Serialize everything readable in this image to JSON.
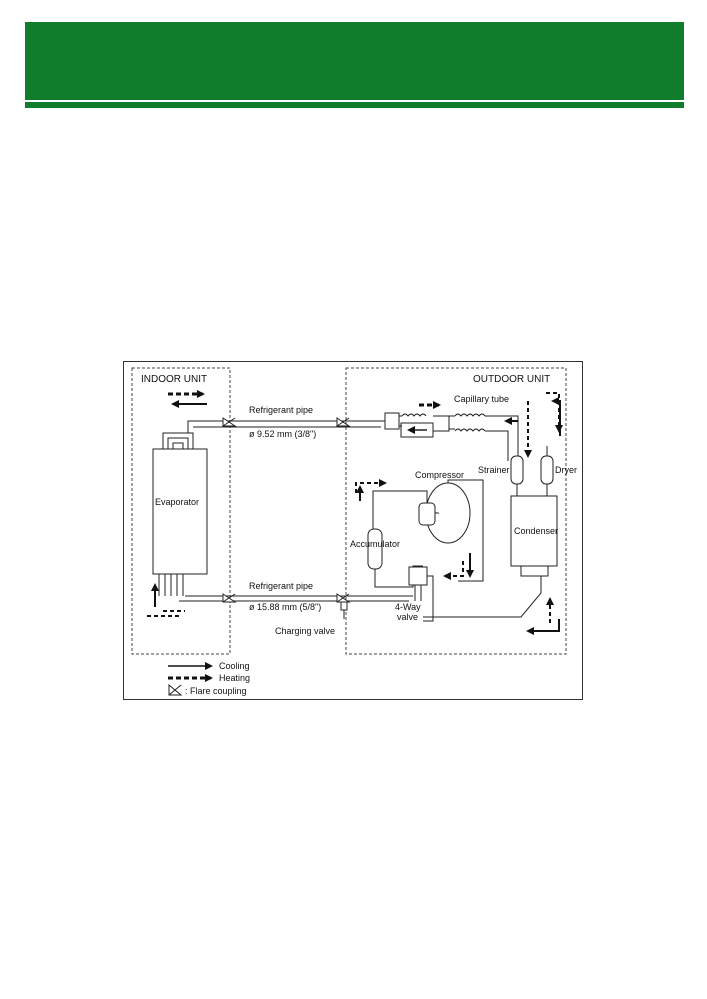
{
  "colors": {
    "banner": "#0f7d2c",
    "line": "#222222"
  },
  "diagram": {
    "indoor_unit": "INDOOR UNIT",
    "outdoor_unit": "OUTDOOR UNIT",
    "refrigerant_pipe_top": "Refrigerant pipe",
    "pipe_top_size": "ø 9.52 mm (3/8\")",
    "refrigerant_pipe_bottom": "Refrigerant pipe",
    "pipe_bottom_size": "ø 15.88 mm (5/8\")",
    "evaporator": "Evaporator",
    "capillary_tube": "Capillary tube",
    "compressor": "Compressor",
    "strainer": "Strainer",
    "dryer": "Dryer",
    "condenser": "Condenser",
    "accumulator": "Accumulator",
    "four_way_valve_line1": "4-Way",
    "four_way_valve_line2": "valve",
    "charging_valve": "Charging valve",
    "legend": {
      "cooling": "Cooling",
      "heating": "Heating",
      "flare_coupling": ": Flare coupling"
    }
  }
}
